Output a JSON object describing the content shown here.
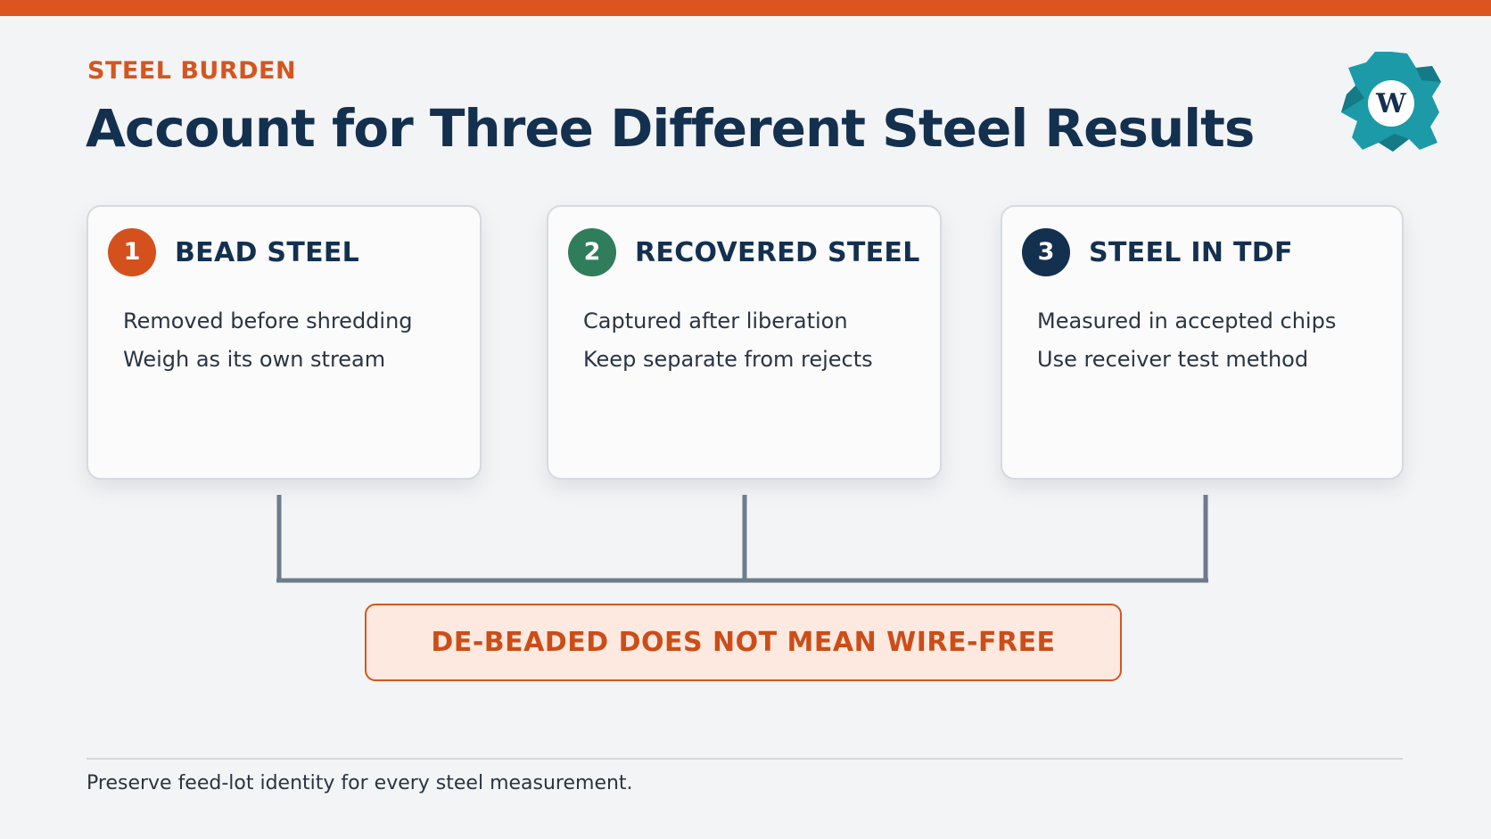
{
  "slide": {
    "eyebrow": "STEEL BURDEN",
    "title": "Account for Three Different Steel Results"
  },
  "cards": [
    {
      "number": "1",
      "title": "BEAD STEEL",
      "lines": [
        "Removed before shredding",
        "Weigh as its own stream"
      ],
      "color": "#d4501c"
    },
    {
      "number": "2",
      "title": "RECOVERED STEEL",
      "lines": [
        "Captured after liberation",
        "Keep separate from rejects"
      ],
      "color": "#2f7d5b"
    },
    {
      "number": "3",
      "title": "STEEL IN TDF",
      "lines": [
        "Measured in accepted chips",
        "Use receiver test method"
      ],
      "color": "#14304f"
    }
  ],
  "callout": {
    "text": "DE-BEADED DOES NOT MEAN WIRE-FREE"
  },
  "footer": {
    "text": "Preserve feed-lot identity for every steel measurement."
  },
  "logo": {
    "icon": "gear-logo-icon",
    "color": "#1c9aa8"
  },
  "colors": {
    "accent": "#dc5420",
    "navy": "#14304f",
    "green": "#2f7d5b",
    "connector": "#6d7c8b"
  }
}
